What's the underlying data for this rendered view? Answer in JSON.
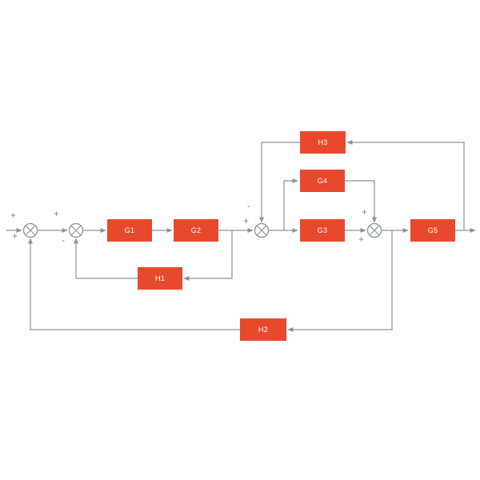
{
  "diagram": {
    "type": "control-system-block-diagram",
    "colors": {
      "block_fill": "#e8492d",
      "block_text": "#ffffff",
      "line": "#8a949b",
      "sign_text": "#7d8a92"
    },
    "blocks": {
      "g1": "G1",
      "g2": "G2",
      "g3": "G3",
      "g4": "G4",
      "g5": "G5",
      "h1": "H1",
      "h2": "H2",
      "h3": "H3"
    },
    "signs": {
      "j1_top": "+",
      "j1_bottom": "+",
      "j2_top": "+",
      "j2_bottom": "-",
      "j3_top": "-",
      "j3_left": "+",
      "j4_top": "+",
      "j4_bottom": "+"
    }
  }
}
